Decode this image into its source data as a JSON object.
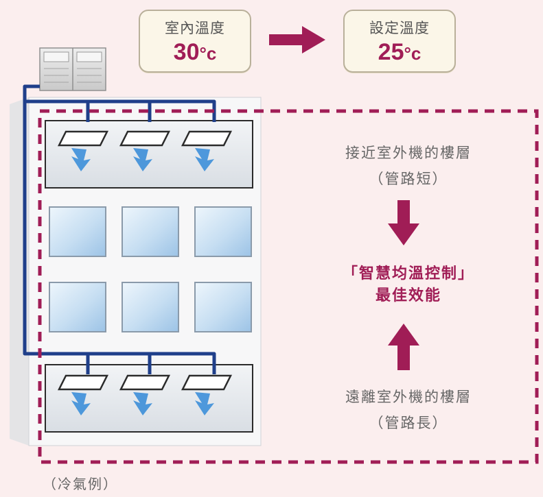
{
  "current_temp": {
    "label": "室內溫度",
    "value": "30",
    "unit": "°c"
  },
  "set_temp": {
    "label": "設定溫度",
    "value": "25",
    "unit": "°c"
  },
  "near_floor": {
    "line1": "接近室外機的樓層",
    "line2": "（管路短）"
  },
  "result": {
    "line1": "「智慧均溫控制」",
    "line2": "最佳效能"
  },
  "far_floor": {
    "line1": "遠離室外機的樓層",
    "line2": "（管路長）"
  },
  "example_note": "（冷氣例）",
  "colors": {
    "accent": "#a01d56",
    "pipe": "#1f3f8a",
    "cold_air": "#3d8fd9",
    "background": "#fbeeee"
  },
  "icons": [
    "outdoor-unit-icon",
    "ceiling-cassette-icon",
    "cold-airflow-icon",
    "arrow-right-icon",
    "arrow-down-icon",
    "arrow-up-icon"
  ]
}
